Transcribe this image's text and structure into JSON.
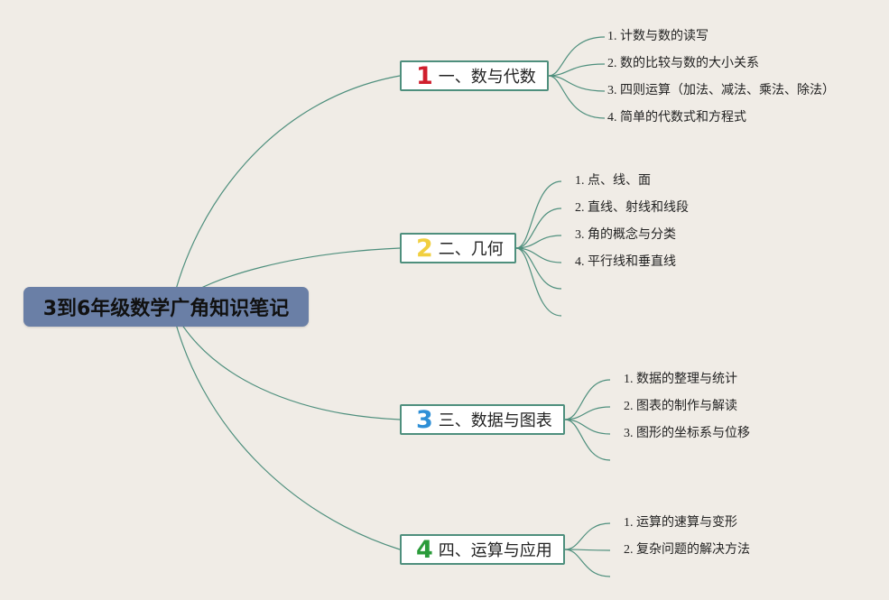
{
  "root": {
    "title": "3到6年级数学广角知识笔记"
  },
  "colors": {
    "connector": "#4e8f7d",
    "root_bg": "#6a7fa6",
    "num1": "#d01f2d",
    "num2": "#f1cf3f",
    "num3": "#2e8fd6",
    "num4": "#2a9b3a"
  },
  "branches": [
    {
      "num": "1",
      "label": "一、数与代数",
      "items": [
        "1. 计数与数的读写",
        "2. 数的比较与数的大小关系",
        "3. 四则运算（加法、减法、乘法、除法）",
        "4. 简单的代数式和方程式"
      ]
    },
    {
      "num": "2",
      "label": "二、几何",
      "items": [
        "1. 点、线、面",
        "2. 直线、射线和线段",
        "3. 角的概念与分类",
        "4. 平行线和垂直线"
      ]
    },
    {
      "num": "3",
      "label": "三、数据与图表",
      "items": [
        "1. 数据的整理与统计",
        "2. 图表的制作与解读",
        "3. 图形的坐标系与位移"
      ]
    },
    {
      "num": "4",
      "label": "四、运算与应用",
      "items": [
        "1. 运算的速算与变形",
        "2. 复杂问题的解决方法"
      ]
    }
  ]
}
